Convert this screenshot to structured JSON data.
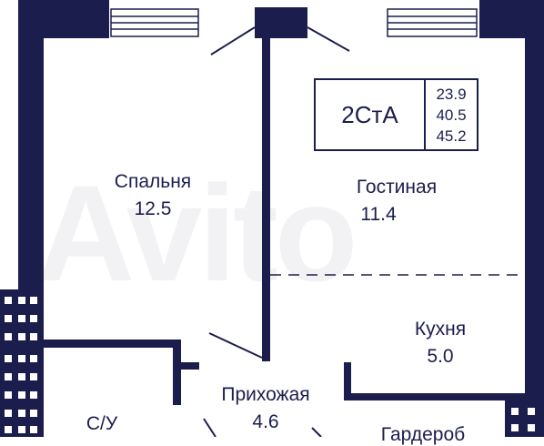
{
  "plan": {
    "colors": {
      "wall": "#1b1e4d",
      "background": "#ffffff",
      "window": "#c8cad8"
    },
    "unit_code": "2СтА",
    "areas": [
      "23.9",
      "40.5",
      "45.2"
    ],
    "rooms": [
      {
        "name": "Спальня",
        "area": "12.5"
      },
      {
        "name": "Гостиная",
        "area": "11.4"
      },
      {
        "name": "Кухня",
        "area": "5.0"
      },
      {
        "name": "Прихожая",
        "area": "4.6"
      },
      {
        "name": "С/У",
        "area": ""
      },
      {
        "name": "Гардероб",
        "area": ""
      }
    ],
    "watermark": "Avito"
  }
}
